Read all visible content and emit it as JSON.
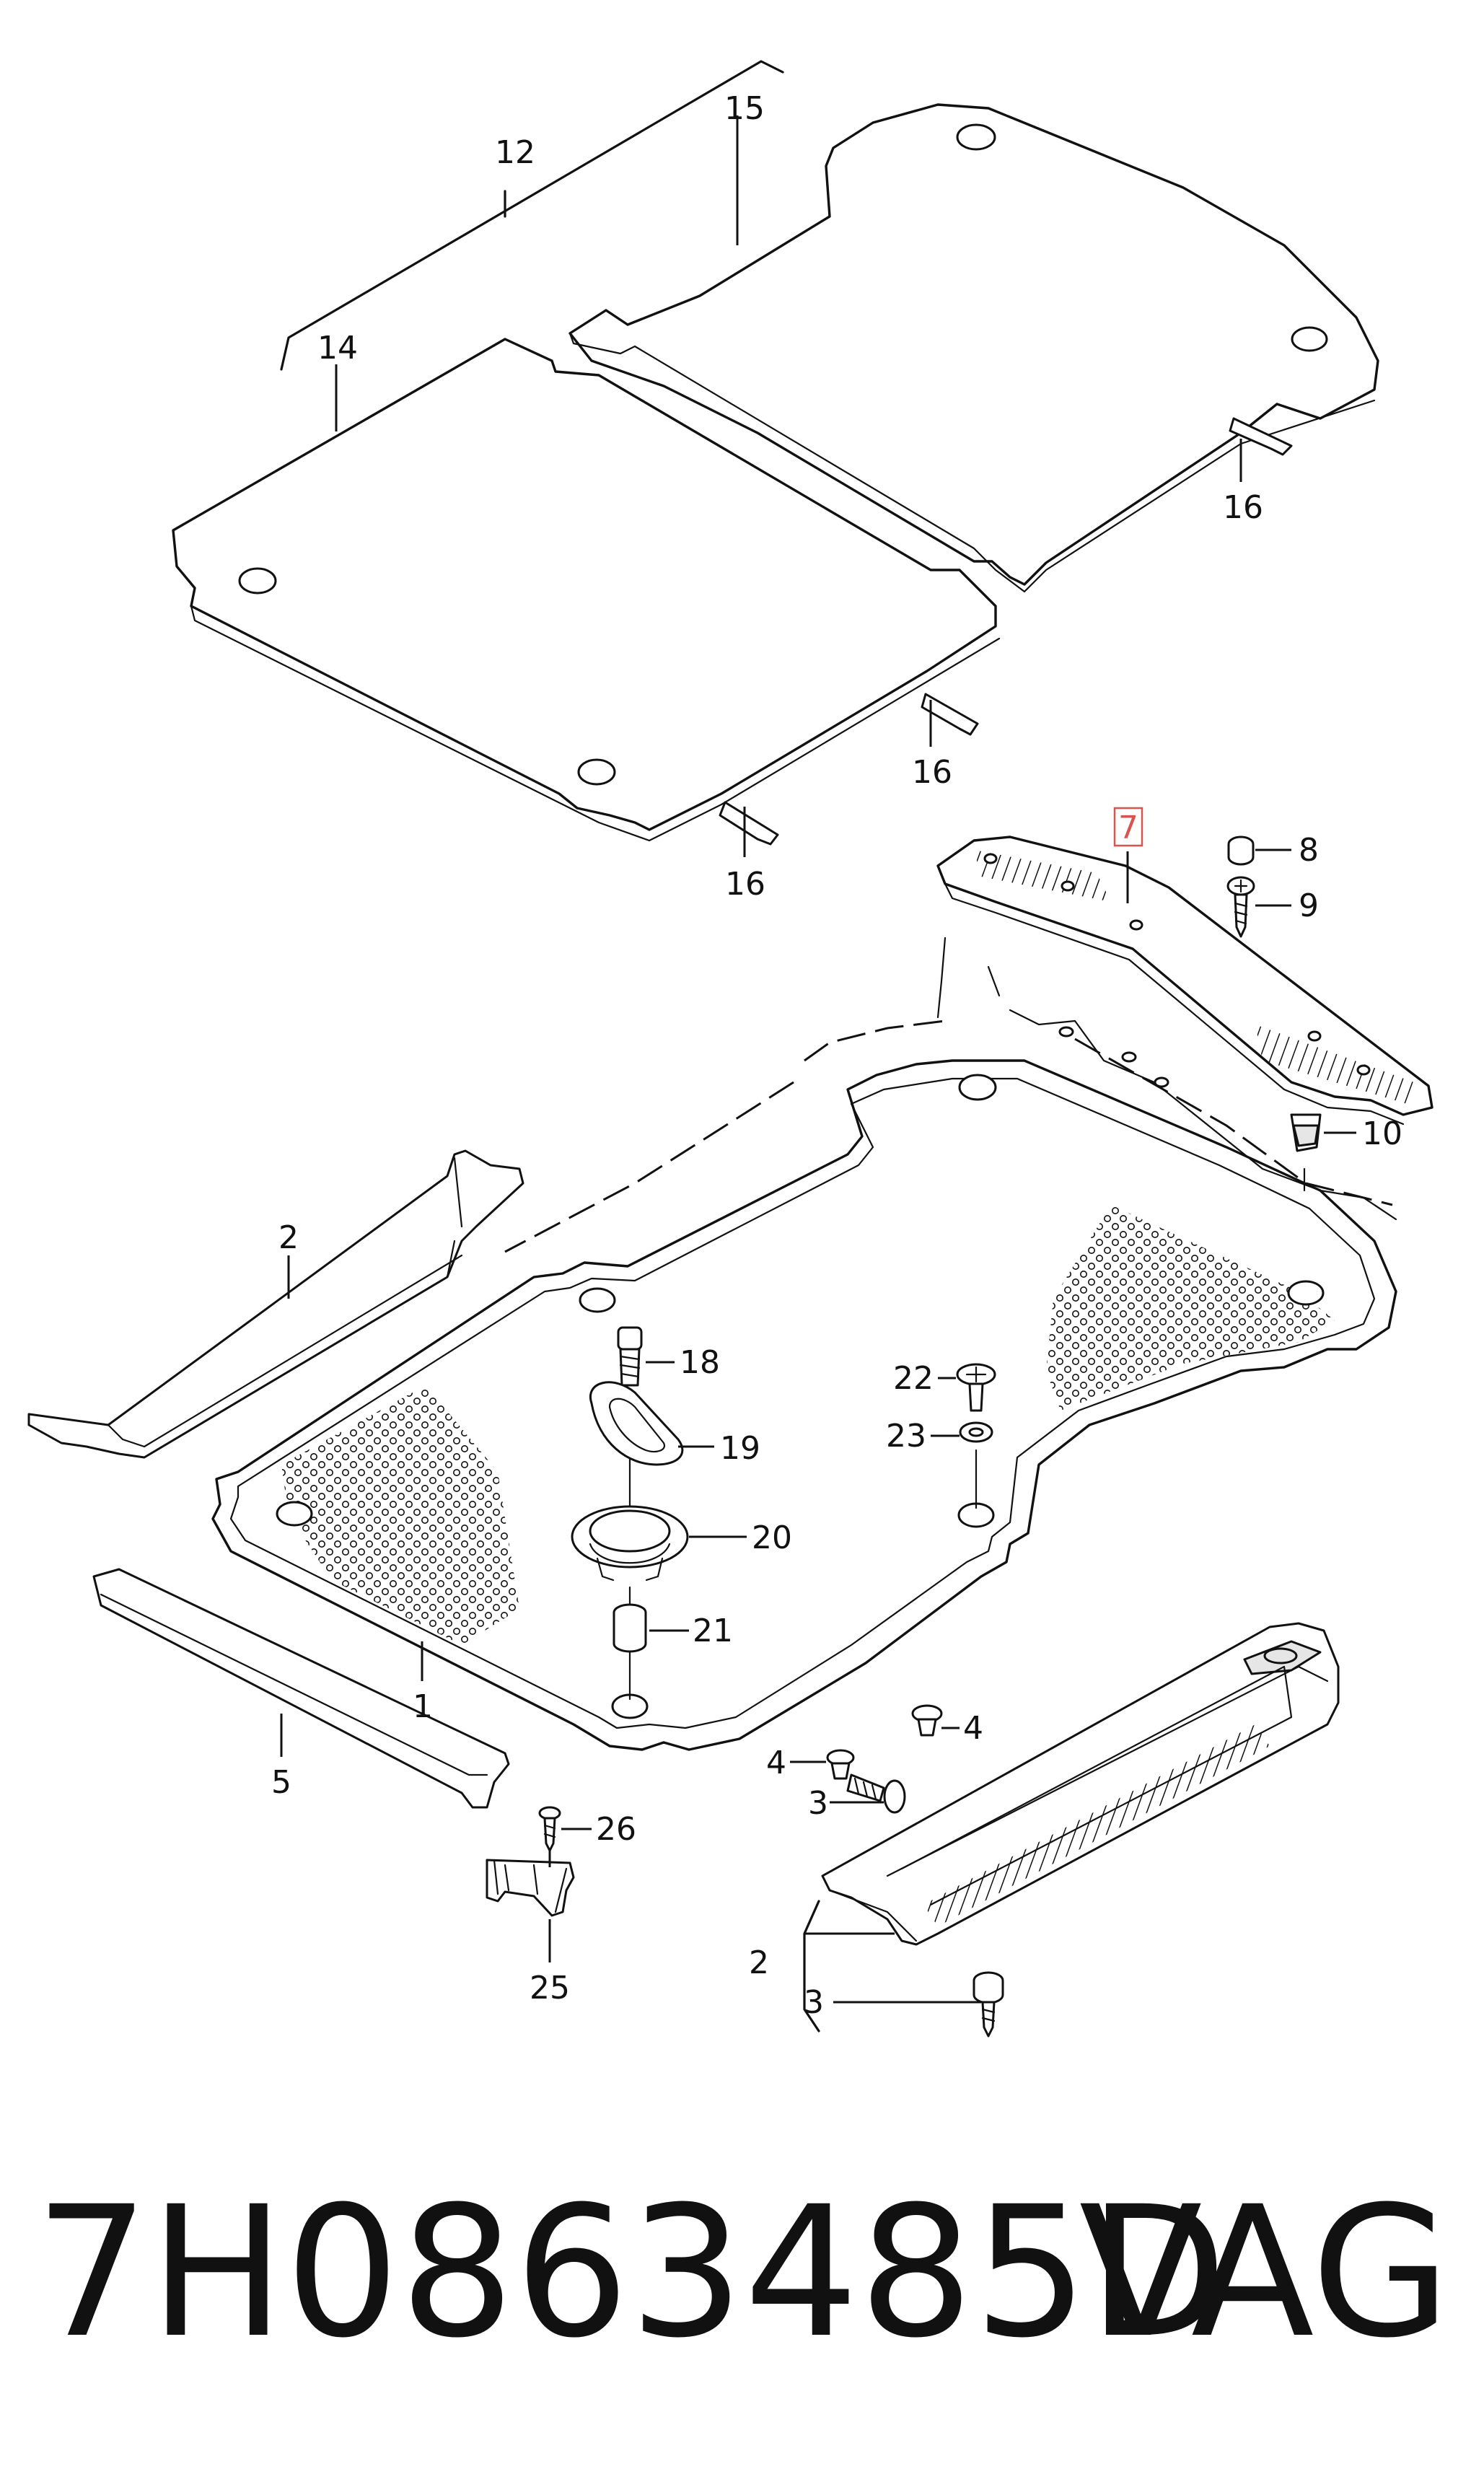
{
  "labels": {
    "l1": "1",
    "l2a": "2",
    "l2b": "2",
    "l3a": "3",
    "l3b": "3",
    "l4a": "4",
    "l4b": "4",
    "l5": "5",
    "l7": "7",
    "l8": "8",
    "l9": "9",
    "l10": "10",
    "l12": "12",
    "l14": "14",
    "l15": "15",
    "l16a": "16",
    "l16b": "16",
    "l16c": "16",
    "l18": "18",
    "l19": "19",
    "l20": "20",
    "l21": "21",
    "l22": "22",
    "l23": "23",
    "l25": "25",
    "l26": "26"
  },
  "highlighted_label": "7",
  "highlight_color": "#d9534f",
  "part_number": "7H0863485D",
  "brand": "VAG"
}
